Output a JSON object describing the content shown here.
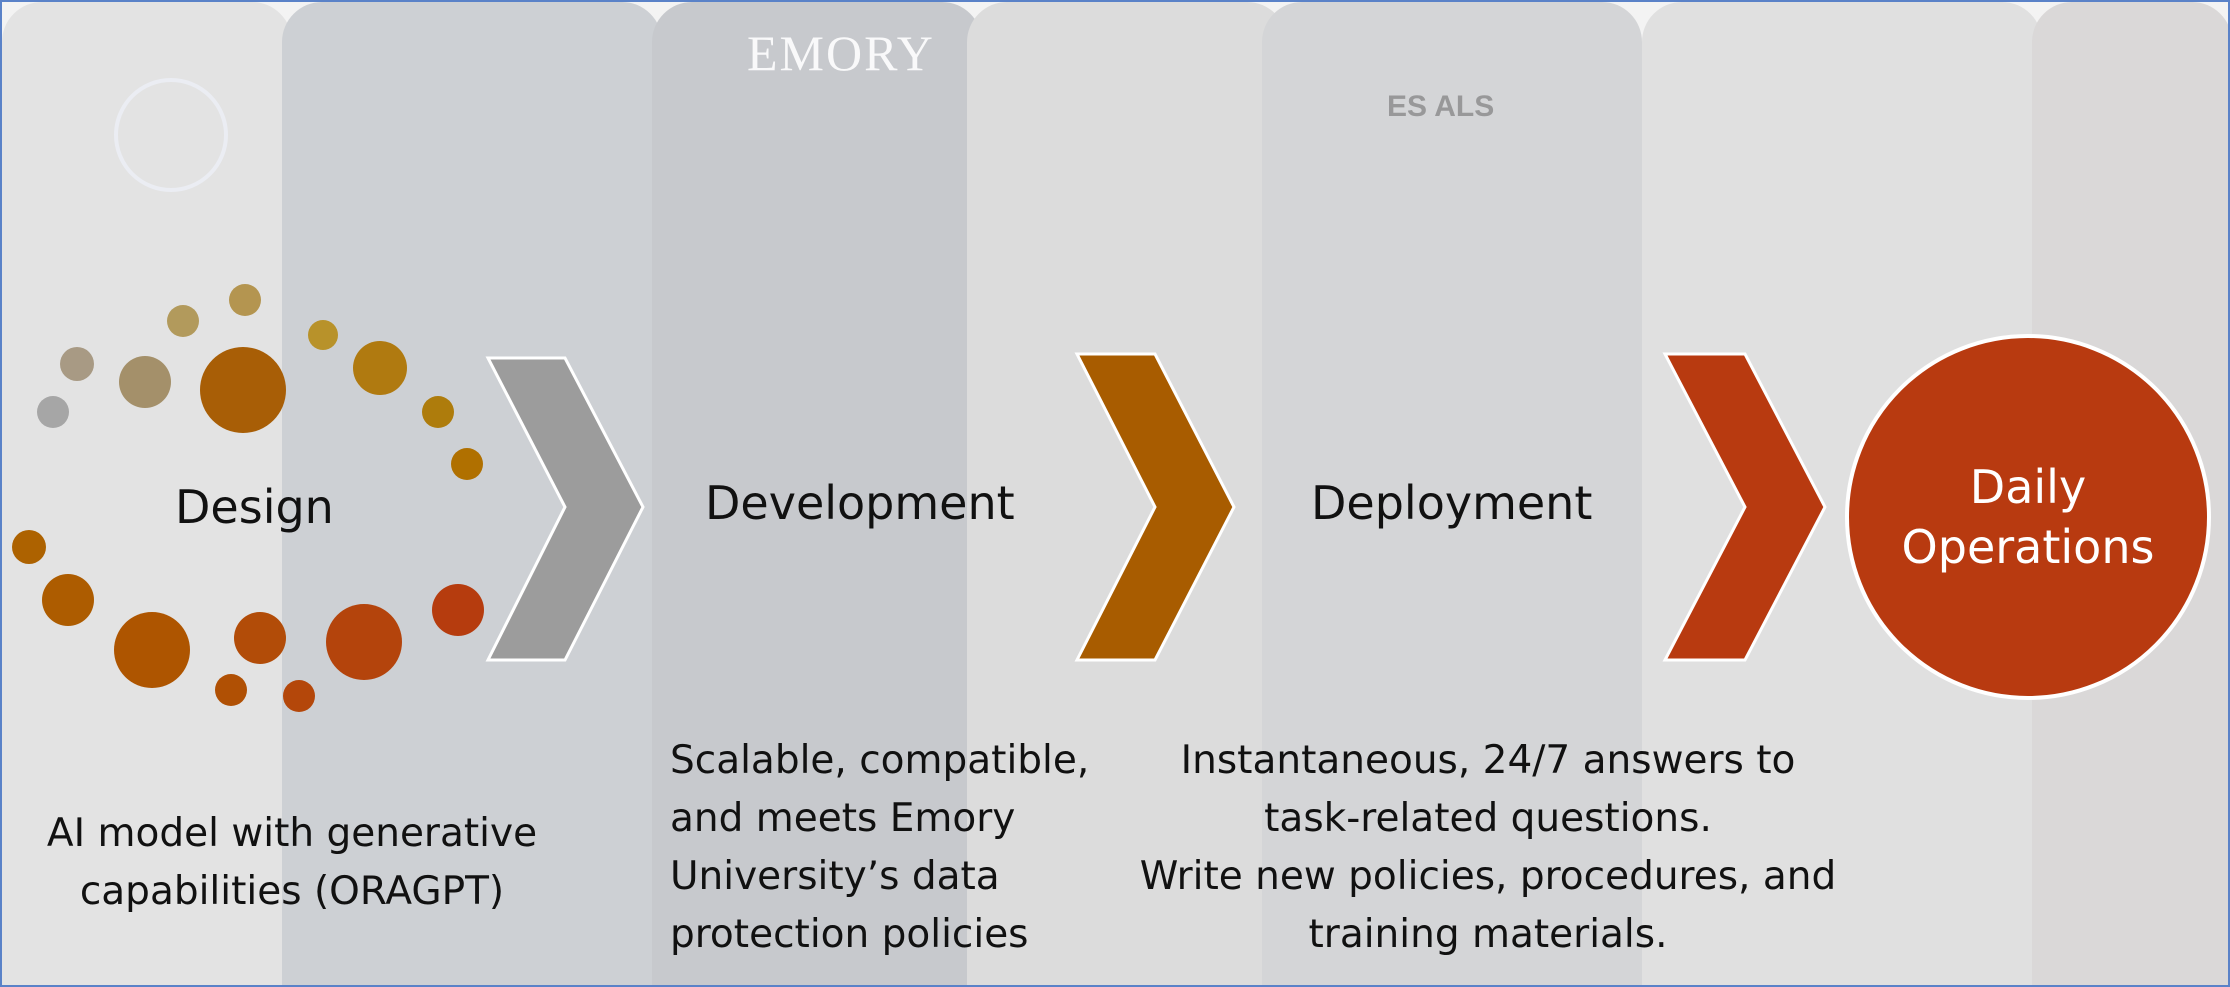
{
  "photo": {
    "shirt_logo": "EMORY",
    "shirt_print": "ES     ALS"
  },
  "stages": [
    {
      "label": "Design",
      "description_lines": [
        "AI model with generative",
        "capabilities (ORAGPT)"
      ]
    },
    {
      "label": "Development",
      "description_lines": [
        "Scalable, compatible,",
        "and meets Emory",
        "University’s data",
        "protection policies"
      ]
    },
    {
      "label": "Deployment",
      "description_lines": [
        "Instantaneous, 24/7 answers to",
        "task-related questions.",
        "Write new policies, procedures, and",
        "training materials."
      ]
    }
  ],
  "final_stage": {
    "label_lines": [
      "Daily",
      "Operations"
    ]
  },
  "colors": {
    "chevron_1": "#9c9c9c",
    "chevron_2": "#a85c00",
    "chevron_3": "#b83a10",
    "final_circle": "#b83a10",
    "dot_gold": "#b07a1a",
    "dot_rust": "#b24a0e"
  }
}
